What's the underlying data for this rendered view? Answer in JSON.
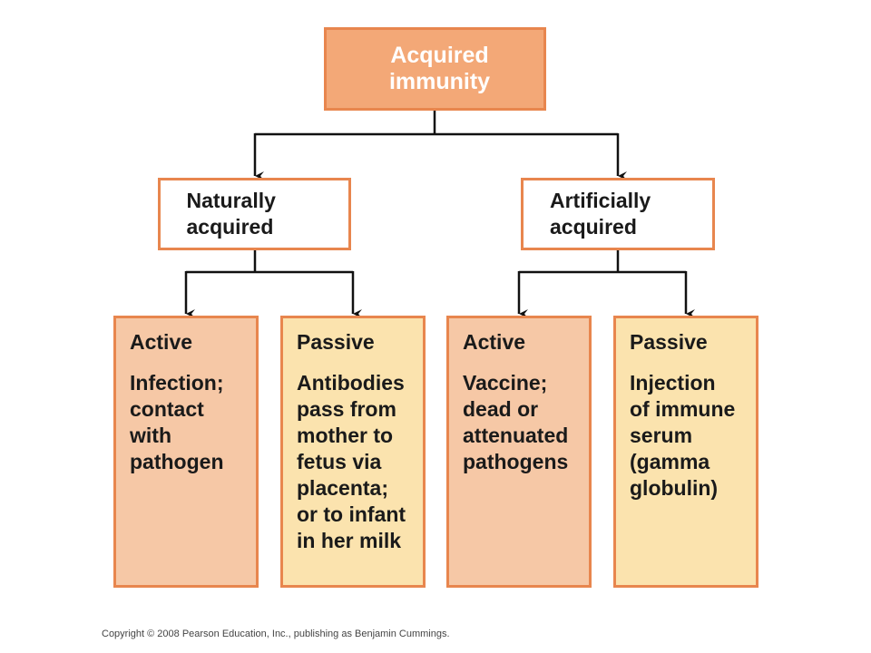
{
  "root": {
    "label": "Acquired\nimmunity"
  },
  "branches": [
    {
      "label": "Naturally\nacquired",
      "children": [
        {
          "title": "Active",
          "description": "Infection;\ncontact\nwith\npathogen"
        },
        {
          "title": "Passive",
          "description": "Antibodies\npass from\nmother to\nfetus via\nplacenta;\nor to infant\nin her milk"
        }
      ]
    },
    {
      "label": "Artificially\nacquired",
      "children": [
        {
          "title": "Active",
          "description": "Vaccine;\ndead or\nattenuated\npathogens"
        },
        {
          "title": "Passive",
          "description": "Injection\nof immune\nserum\n(gamma\nglobulin)"
        }
      ]
    }
  ],
  "footer": {
    "copyright": "Copyright © 2008 Pearson Education, Inc., publishing as Benjamin Cummings."
  },
  "colors": {
    "root_fill": "#f3a877",
    "border": "#e8864e",
    "active_fill": "#f6c8a6",
    "passive_fill": "#fbe3ae"
  }
}
